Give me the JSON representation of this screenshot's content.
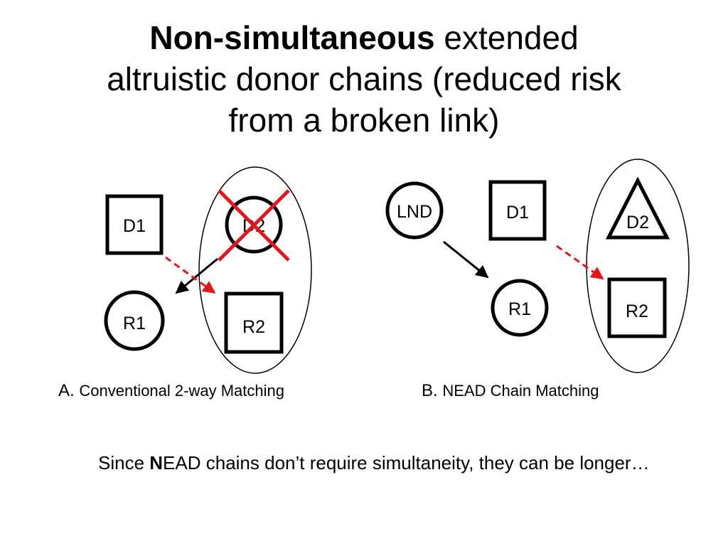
{
  "title": {
    "bold": "Non-simultaneous",
    "rest_line1": " extended",
    "line2": "altruistic donor chains (reduced risk",
    "line3": "from a broken link)"
  },
  "diagram_a": {
    "d1": "D1",
    "d2": "D2",
    "r1": "R1",
    "r2": "R2",
    "caption_letter": "A.",
    "caption_text": "Conventional 2-way Matching"
  },
  "diagram_b": {
    "lnd": "LND",
    "d1": "D1",
    "d2": "D2",
    "r1": "R1",
    "r2": "R2",
    "caption_letter": "B.",
    "caption_text": "NEAD Chain Matching"
  },
  "note": {
    "prefix": "Since ",
    "bold": "N",
    "rest": "EAD chains don’t require simultaneity, they can be longer…"
  },
  "colors": {
    "cross": "#e8141c",
    "dashed_arrow": "#e8141c",
    "solid_arrow": "#000000"
  }
}
